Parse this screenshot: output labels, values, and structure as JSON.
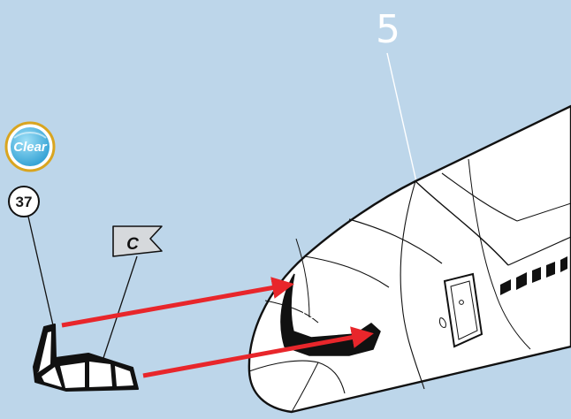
{
  "step": {
    "number": "5"
  },
  "badge": {
    "label": "Clear",
    "color": "#3aa7d6",
    "ring_color": "#d9a520"
  },
  "part": {
    "number": "37"
  },
  "flag": {
    "label": "C"
  },
  "colors": {
    "background": "#bdd6ea",
    "arrow": "#e8262b",
    "outline": "#111111"
  },
  "icons": [
    "clear-badge-icon",
    "flag-icon",
    "cockpit-window-part-icon",
    "arrow-icon"
  ]
}
